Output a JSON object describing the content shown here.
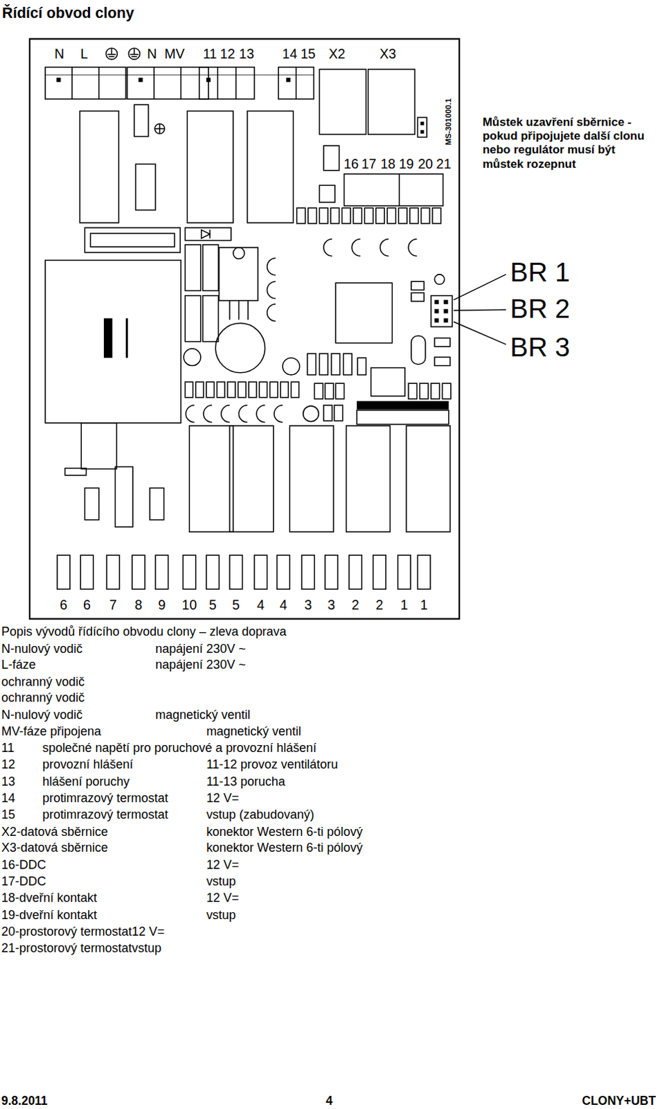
{
  "diagram": {
    "title": "Řídící obvod clony",
    "labels": [
      "N",
      "L",
      "N",
      "MV",
      "11",
      "12",
      "13",
      "14",
      "15",
      "X2",
      "X3",
      "16",
      "17",
      "18",
      "19",
      "20",
      "21",
      "MS-301000.1",
      "Můstek uzavření sběrnice - pokud připojujete další clonu nebo regulátor musí být můstek rozepnut",
      "BR 1",
      "BR 2",
      "BR 3",
      "6",
      "6",
      "7",
      "8",
      "9",
      "10",
      "5",
      "5",
      "4",
      "4",
      "3",
      "3",
      "2",
      "2",
      "1",
      "1",
      "Popis vývodů řídícího obvodu clony – zleva doprava",
      "N-nulový vodič",
      "napájení 230V ~",
      "L-fáze",
      "napájení 230V ~",
      "ochranný vodič",
      "ochranný vodič",
      "N-nulový vodič",
      "magnetický ventil",
      "MV-fáze připojena",
      "magnetický ventil",
      "11",
      "společné napětí pro poruchové a provozní hlášení",
      "12",
      "provozní hlášení",
      "11-12 provoz ventilátoru",
      "13",
      "hlášení poruchy",
      "11-13 porucha",
      "14",
      "protimrazový termostat",
      "12 V=",
      "15",
      "protimrazový termostat",
      "vstup (zabudovaný)",
      "X2-datová sběrnice",
      "konektor Western 6-ti pólový",
      "X3-datová sběrnice",
      "konektor Western 6-ti pólový",
      "16-DDC",
      "12 V=",
      "17-DDC",
      "vstup",
      "18-dveřní kontakt",
      "12 V=",
      "19-dveřní kontakt",
      "vstup",
      "20-prostorový termostat12 V=",
      "21-prostorový termostatvstup",
      "9.8.2011",
      "4",
      "CLONY+UBT"
    ]
  }
}
